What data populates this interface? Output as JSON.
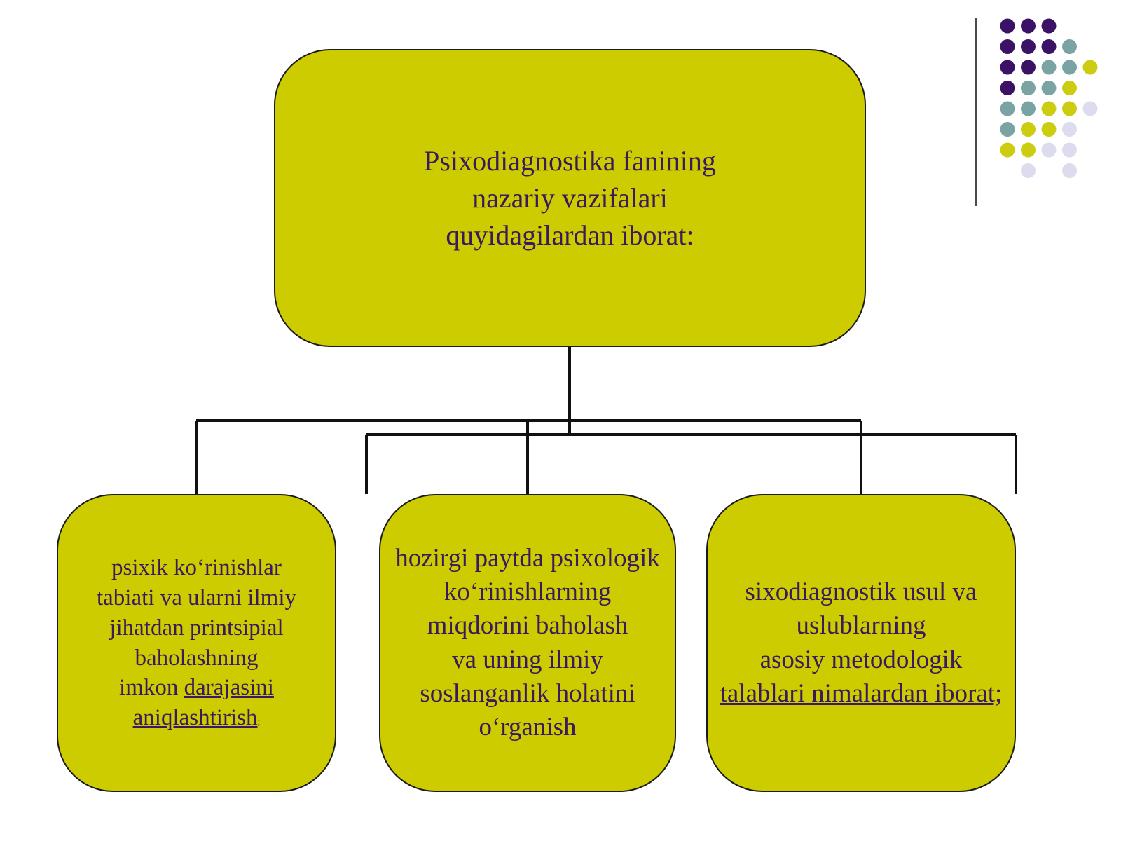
{
  "colors": {
    "box_fill": "#cccc00",
    "text": "#3a1a5c",
    "connector": "#111111",
    "dot_purple": "#3b1266",
    "dot_teal": "#7aa3a3",
    "dot_yellow": "#cccc10",
    "dot_lavender": "#dcdcee"
  },
  "diagram": {
    "top": {
      "lines": [
        "Psixodiagnostika fanining",
        "nazariy vazifalari",
        "quyidagilardan iborat:"
      ]
    },
    "left": {
      "line1": "psixik ko‘rinishlar",
      "line2": "tabiati va ularni ilmiy",
      "line3": "jihatdan printsipial",
      "line4": "baholashning",
      "line5_plain": "imkon ",
      "line5_link": "darajasini ",
      "line6_link": "aniqlashtirish",
      "line6_tail": ";"
    },
    "middle": {
      "lines": [
        "hozirgi paytda psixologik",
        "ko‘rinishlarning",
        "miqdorini baholash",
        "va uning ilmiy",
        "soslanganlik holatini",
        "o‘rganish"
      ]
    },
    "right": {
      "line1": "sixodiagnostik usul va",
      "line2": "uslublarning",
      "line3": "asosiy metodologik",
      "line4_link": "talablari nimalardan iborat;"
    }
  },
  "decoration": {
    "dot_grid": [
      [
        "purple",
        "purple",
        "purple",
        "",
        ""
      ],
      [
        "purple",
        "purple",
        "purple",
        "teal",
        ""
      ],
      [
        "purple",
        "purple",
        "teal",
        "teal",
        "yellow"
      ],
      [
        "purple",
        "teal",
        "teal",
        "yellow",
        ""
      ],
      [
        "teal",
        "teal",
        "yellow",
        "yellow",
        "lavender"
      ],
      [
        "teal",
        "yellow",
        "yellow",
        "lavender",
        ""
      ],
      [
        "yellow",
        "yellow",
        "lavender",
        "lavender",
        ""
      ],
      [
        "",
        "lavender",
        "",
        "lavender",
        ""
      ]
    ]
  }
}
